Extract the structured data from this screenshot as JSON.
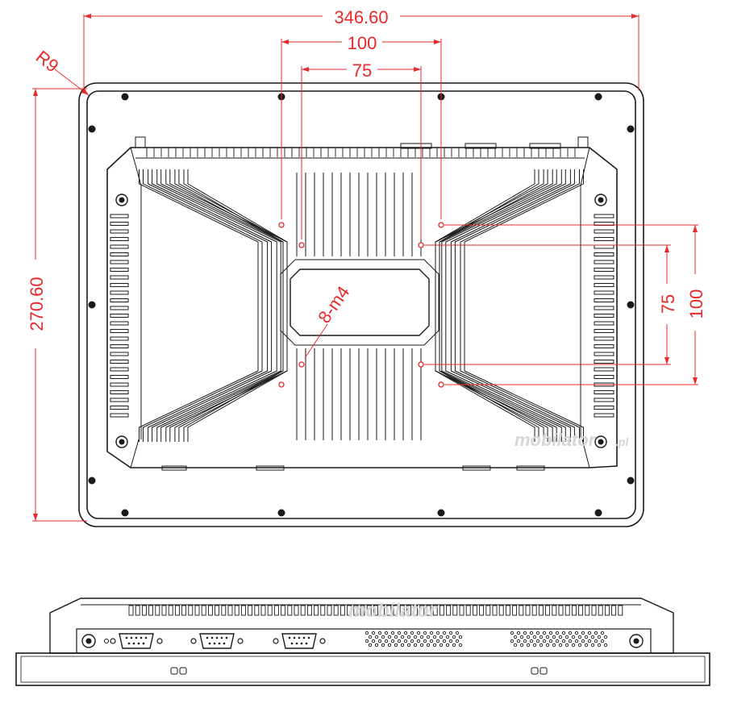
{
  "drawing": {
    "dimensions": {
      "overall_width": "346.60",
      "overall_height": "270.60",
      "vesa_100_h": "100",
      "vesa_75_h": "75",
      "vesa_75_v": "75",
      "vesa_100_v": "100",
      "corner_radius": "R9",
      "screw_spec": "8-m4"
    },
    "watermark": {
      "brand": "mobilator",
      "suffix": ".pl"
    },
    "colors": {
      "dimension": "#e8282b",
      "outline": "#1a1a1a",
      "watermark": "#d6d6d6"
    }
  }
}
